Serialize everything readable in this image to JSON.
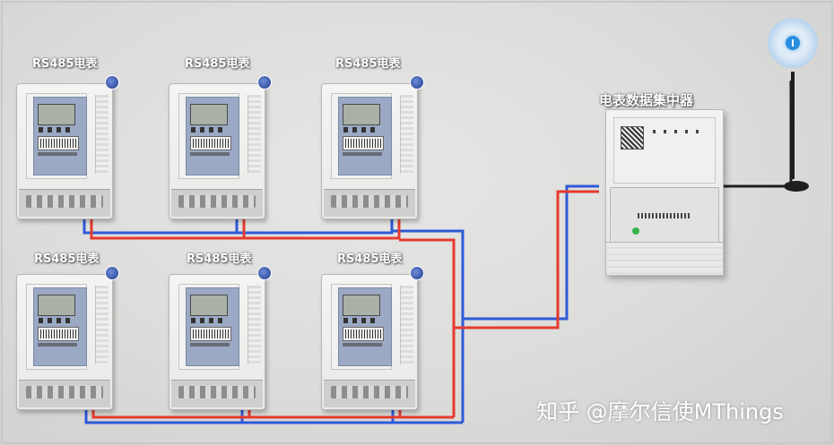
{
  "meters": [
    {
      "label": "RS485电表"
    },
    {
      "label": "RS485电表"
    },
    {
      "label": "RS485电表"
    },
    {
      "label": "RS485电表"
    },
    {
      "label": "RS485电表"
    },
    {
      "label": "RS485电表"
    }
  ],
  "concentrator": {
    "label": "电表数据集中器"
  },
  "watermark": "知乎 @摩尔信使MThings",
  "colors": {
    "wire_red": "#e53b2e",
    "wire_blue": "#2f5ad8",
    "wall": "#dcdcda",
    "antenna": "#1f1f1f"
  }
}
